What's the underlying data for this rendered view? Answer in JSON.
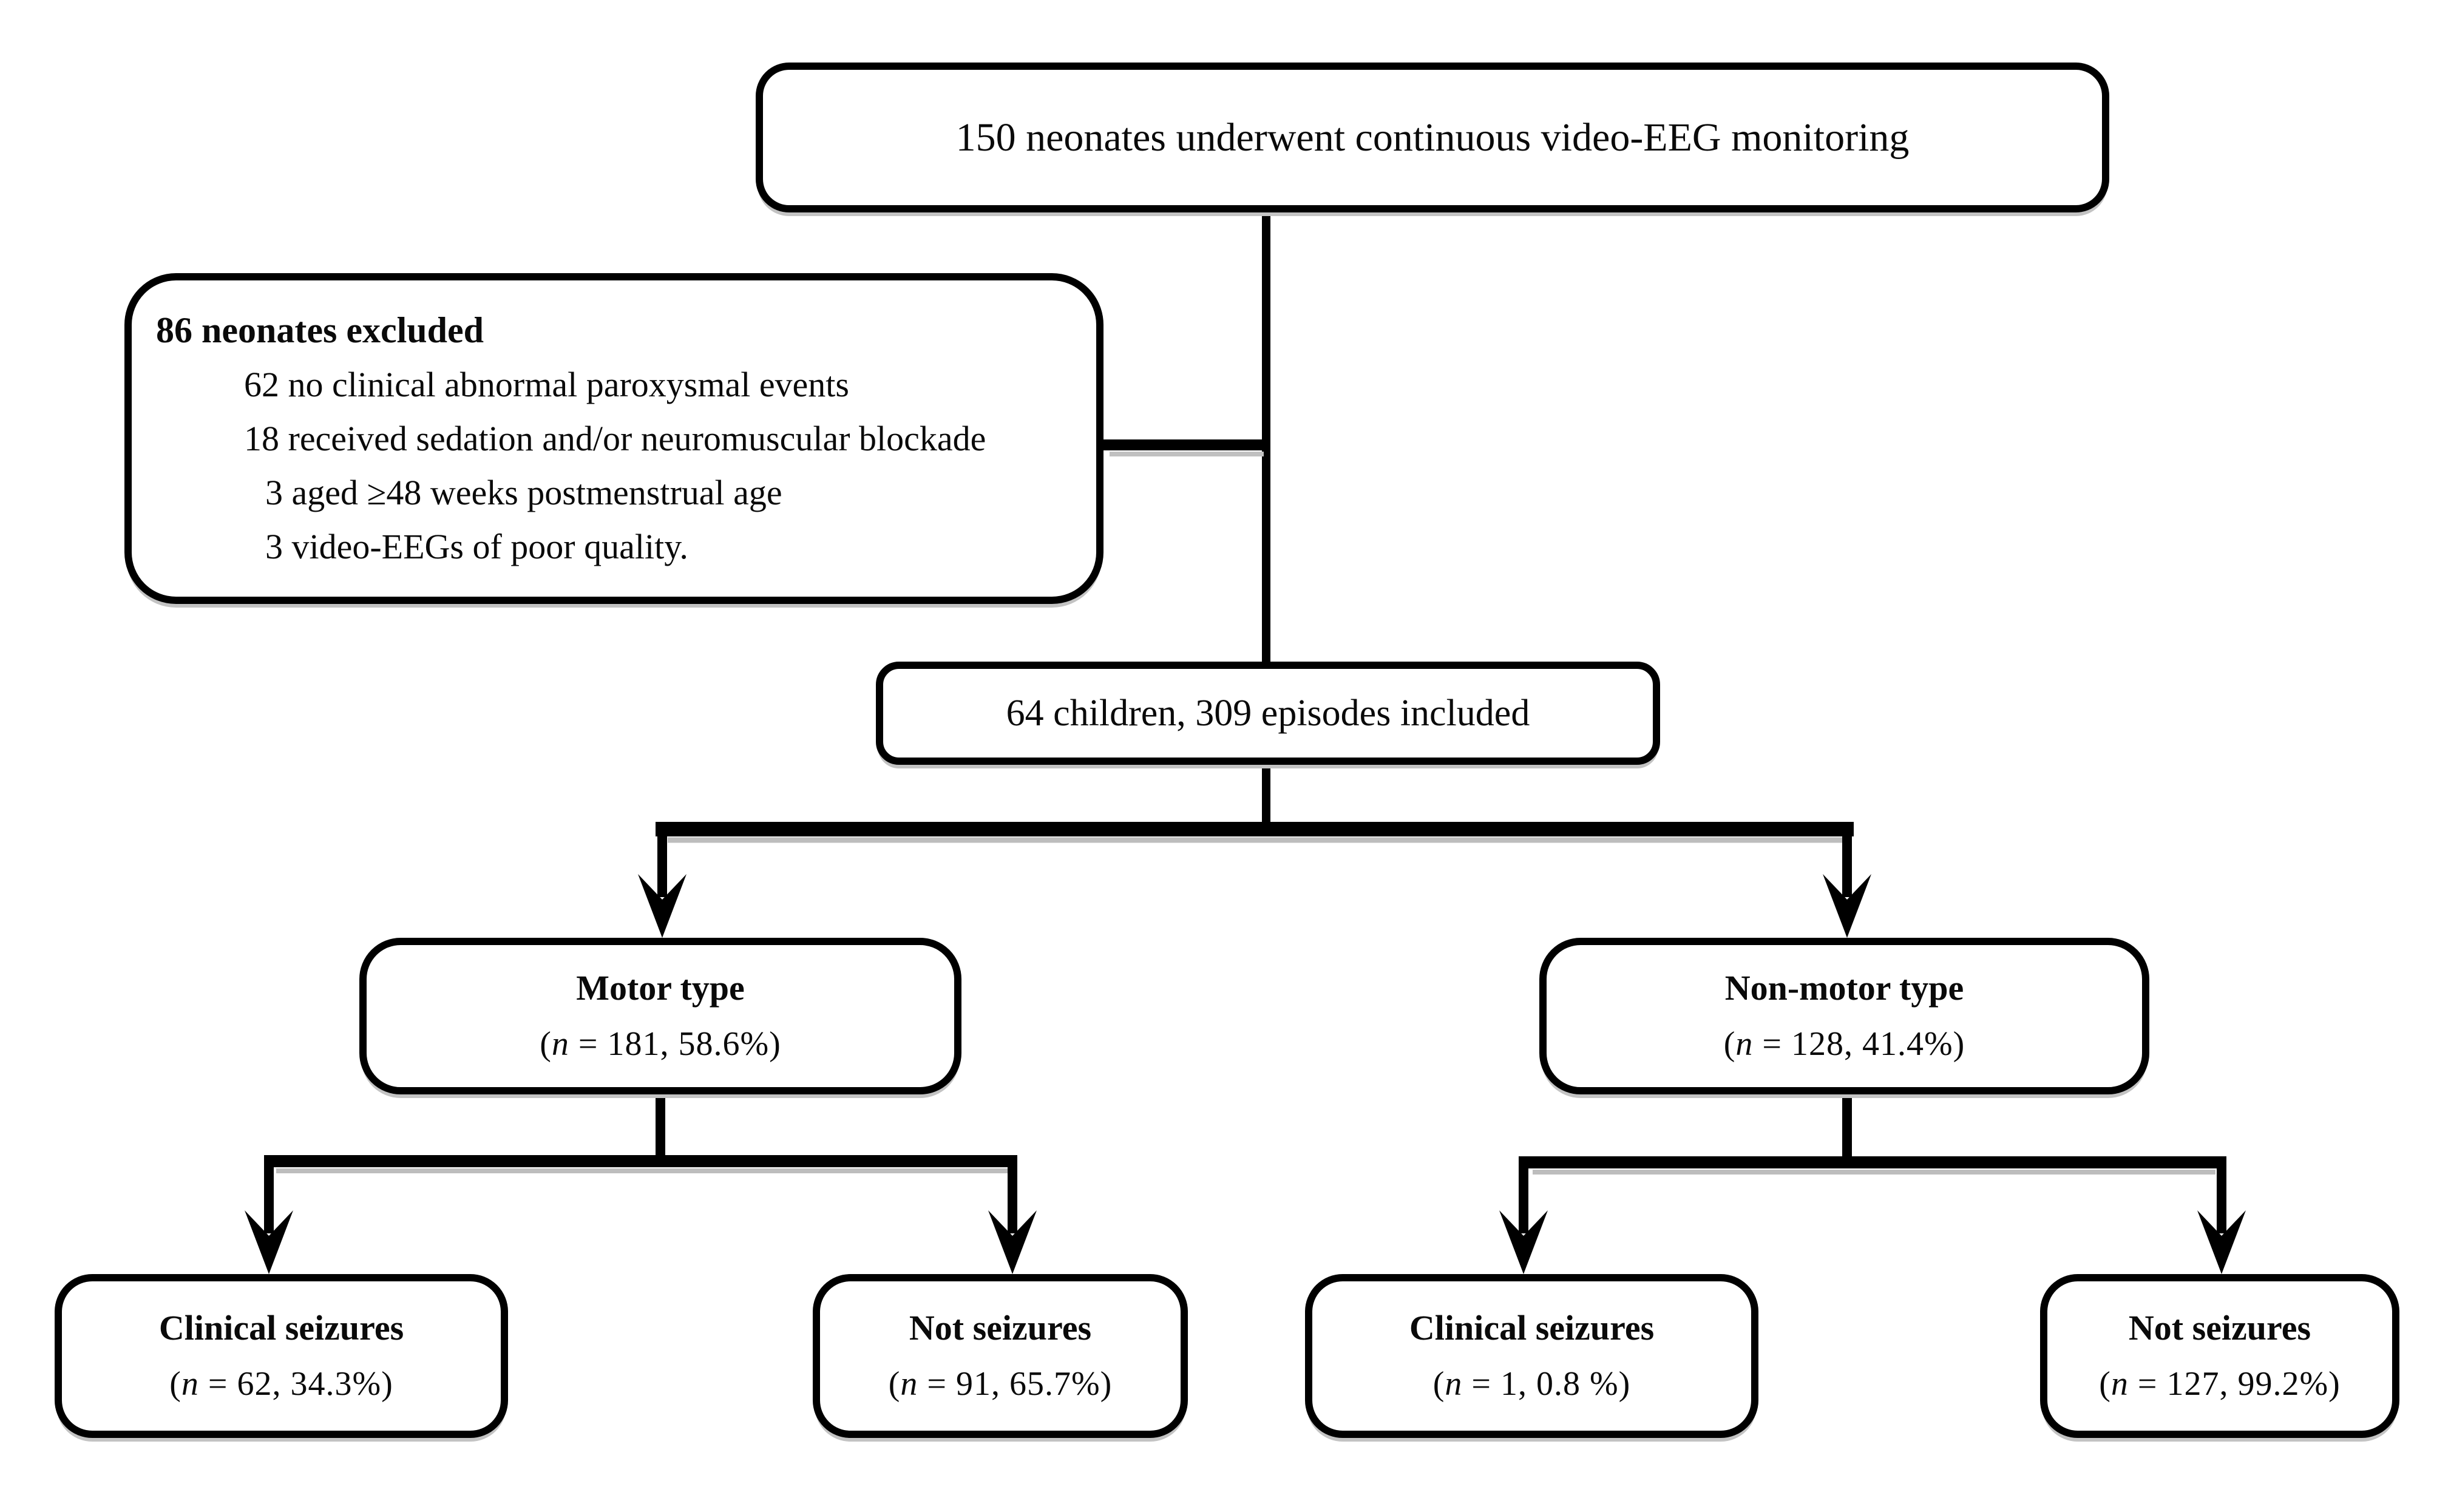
{
  "diagram": {
    "top": {
      "text": "150 neonates underwent continuous video-EEG monitoring"
    },
    "excluded": {
      "title": "86 neonates excluded",
      "items": [
        "62 no clinical abnormal paroxysmal events",
        "18 received sedation and/or neuromuscular blockade",
        "3 aged ≥48 weeks postmenstrual age",
        "3 video-EEGs of poor quality."
      ]
    },
    "included": {
      "text": "64 children, 309 episodes included"
    },
    "motor": {
      "title": "Motor type",
      "stat_open": "(",
      "stat_n": "n",
      "stat_rest": " = 181, 58.6%)"
    },
    "nonmotor": {
      "title": "Non-motor type",
      "stat_open": "(",
      "stat_n": "n",
      "stat_rest": " = 128, 41.4%)"
    },
    "motor_clinical": {
      "title": "Clinical seizures",
      "stat_open": "(",
      "stat_n": "n",
      "stat_rest": " = 62, 34.3%)"
    },
    "motor_not": {
      "title": "Not seizures",
      "stat_open": "(",
      "stat_n": "n",
      "stat_rest": " = 91, 65.7%)"
    },
    "nonmotor_clinical": {
      "title": "Clinical seizures",
      "stat_open": "(",
      "stat_n": "n",
      "stat_rest": " = 1, 0.8 %)"
    },
    "nonmotor_not": {
      "title": "Not seizures",
      "stat_open": "(",
      "stat_n": "n",
      "stat_rest": " = 127, 99.2%)"
    }
  },
  "colors": {
    "background": "#ffffff",
    "line": "#000000",
    "box_border": "#000000",
    "shadow": "#c3c3c3",
    "text": "#0a0a0a"
  }
}
